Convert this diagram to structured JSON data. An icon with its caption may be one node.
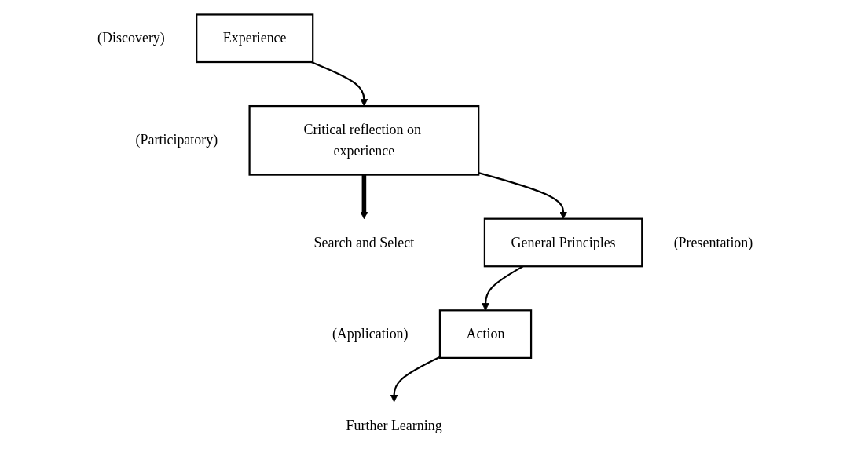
{
  "diagram": {
    "nodes": [
      {
        "text": [
          "Experience"
        ],
        "beside": [
          "(Discovery)"
        ]
      },
      {
        "text": [
          "Critical reflection on experience"
        ],
        "beside": [
          "(Participatory)"
        ]
      },
      {
        "text": [
          "Search and Select"
        ]
      },
      {
        "text": [
          "Action"
        ],
        "beside": [
          "(Application)"
        ]
      },
      {
        "text": [
          "General Principles"
        ],
        "beside": [
          "(Presentation)"
        ]
      },
      {
        "text": [
          "Further Learning"
        ]
      }
    ],
    "edges": [
      {
        "from": 0,
        "to": 1,
        "arrow": "to"
      },
      {
        "from": 1,
        "to": 2,
        "arrow": "to",
        "style": "thick"
      },
      {
        "from": 1,
        "to": 4,
        "arrow": "to"
      },
      {
        "from": 4,
        "to": 3,
        "arrow": "to"
      },
      {
        "from": 3,
        "to": 5,
        "arrow": "to"
      }
    ]
  }
}
